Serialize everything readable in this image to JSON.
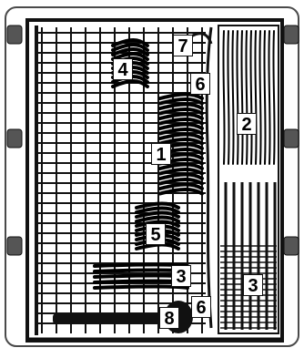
{
  "callouts": {
    "c1": "1",
    "c2": "2",
    "c3_center": "3",
    "c3_right": "3",
    "c4": "4",
    "c5": "5",
    "c6_top": "6",
    "c6_bottom": "6",
    "c7": "7",
    "c8": "8"
  },
  "colors": {
    "background": "#ffffff",
    "frame": "#4a4a4a",
    "wire": "#111111",
    "tines": "#000000",
    "callout_bg": "#ffffff",
    "callout_text": "#000000"
  }
}
